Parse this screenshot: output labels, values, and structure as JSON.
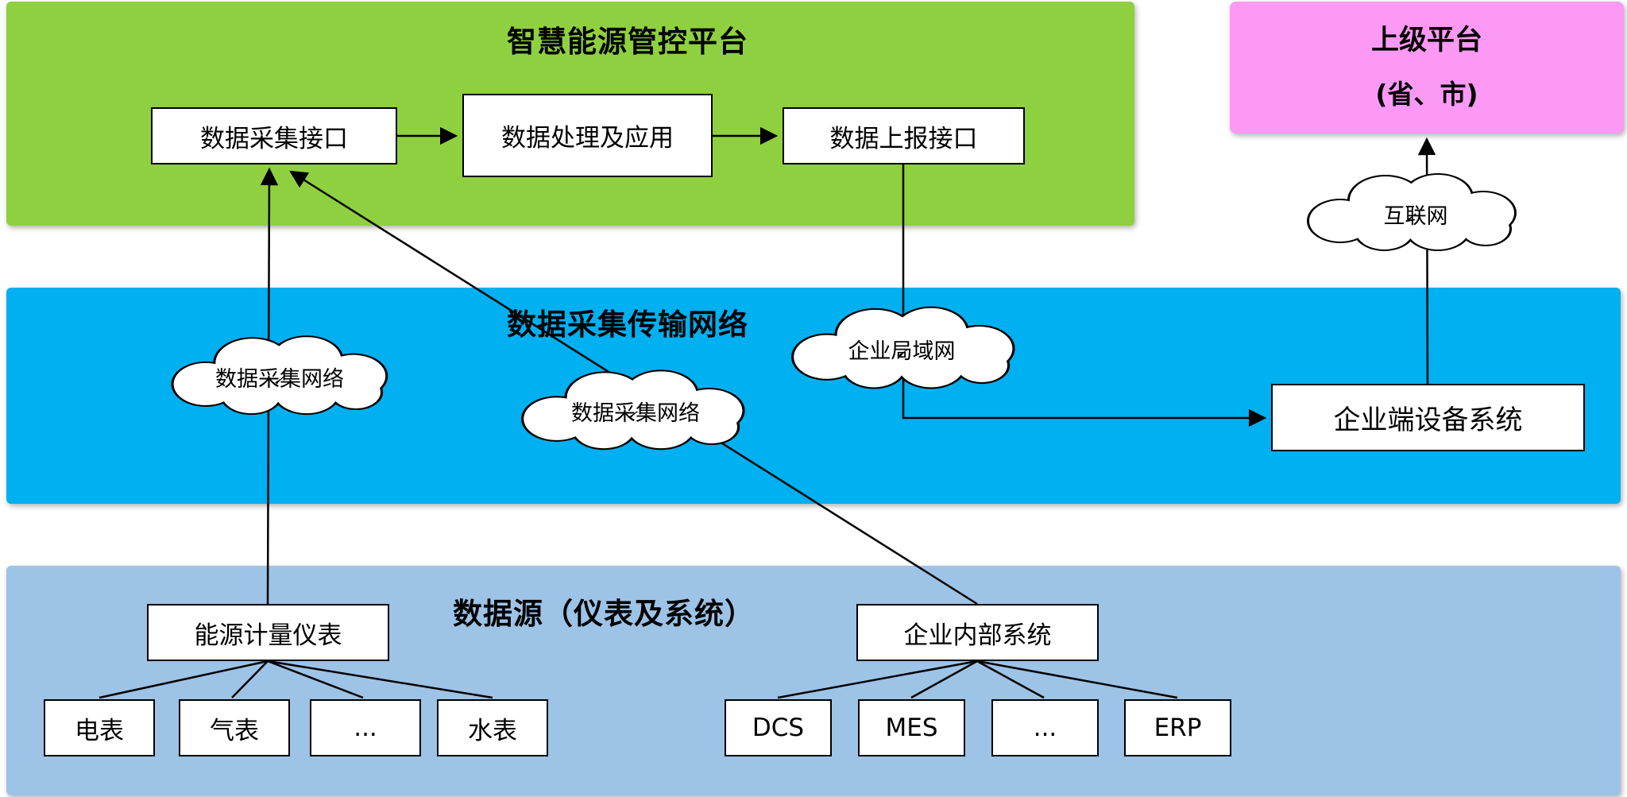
{
  "platform_band": {
    "title": "智慧能源管控平台",
    "boxes": [
      {
        "label": "数据采集接口"
      },
      {
        "label": "数据处理及应用"
      },
      {
        "label": "数据上报接口"
      }
    ]
  },
  "superior_platform": {
    "title": "上级平台",
    "subtitle": "(省、市)"
  },
  "network_band": {
    "title": "数据采集传输网络",
    "clouds": {
      "internet": "互联网",
      "collect_left": "数据采集网络",
      "collect_mid": "数据采集网络",
      "enterprise_lan": "企业局域网"
    },
    "device_box": "企业端设备系统"
  },
  "source_band": {
    "title": "数据源（仪表及系统）",
    "meter_group": {
      "label": "能源计量仪表",
      "children": [
        "电表",
        "气表",
        "...",
        "水表"
      ]
    },
    "system_group": {
      "label": "企业内部系统",
      "children": [
        "DCS",
        "MES",
        "...",
        "ERP"
      ]
    }
  },
  "colors": {
    "platform_band": "#8FD040",
    "network_band": "#00B0F0",
    "source_band": "#9DC3E6",
    "superior_platform": "#FB99F5",
    "line": "#000000",
    "box_background": "#FFFFFF"
  }
}
